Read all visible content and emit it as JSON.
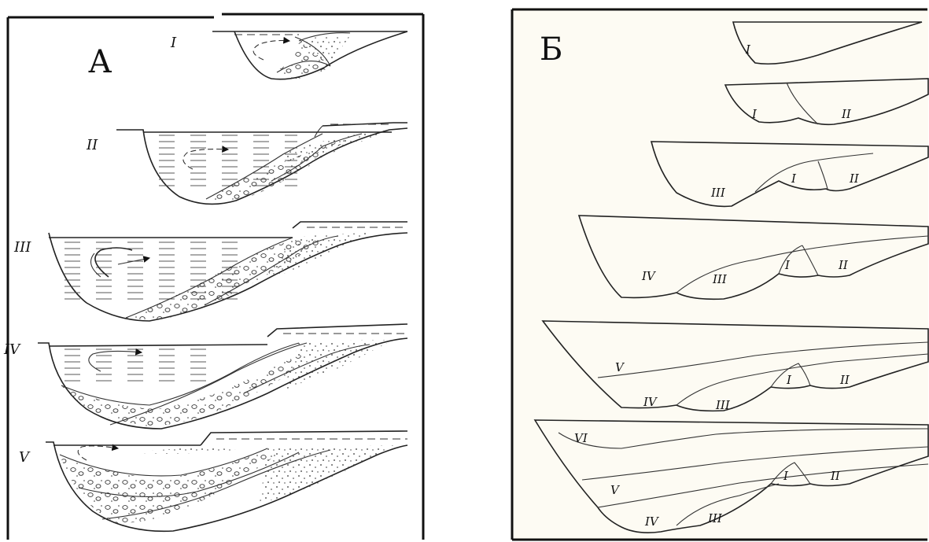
{
  "panel_a": {
    "letter": "А",
    "stages": [
      "I",
      "II",
      "III",
      "IV",
      "V"
    ]
  },
  "panel_b": {
    "letter": "Б",
    "stages": [
      "I",
      "II",
      "III",
      "IV",
      "V",
      "VI"
    ]
  },
  "colors": {
    "paper": "#fdfbf3",
    "ink": "#222222",
    "frame": "#111111"
  }
}
